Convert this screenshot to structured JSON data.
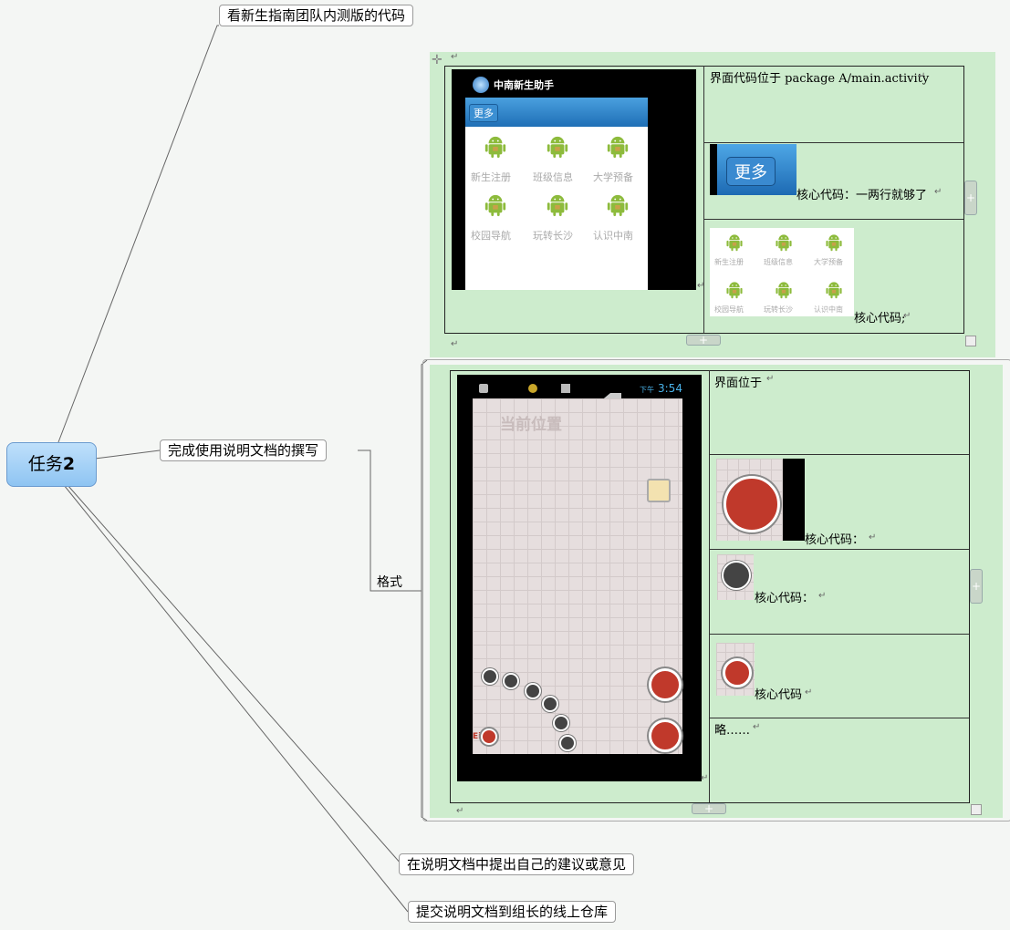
{
  "mindmap": {
    "root": {
      "label_a": "任务",
      "label_b": "2"
    },
    "topics": [
      "看新生指南团队内测版的代码",
      "完成使用说明文档的撰写",
      "在说明文档中提出自己的建议或意见",
      "提交说明文档到组长的线上仓库"
    ],
    "sub_label": "格式"
  },
  "table1": {
    "phone_title": "中南新生助手",
    "more_button": "更多",
    "apps": [
      "新生注册",
      "班级信息",
      "大学预备",
      "校园导航",
      "玩转长沙",
      "认识中南"
    ],
    "cell1": "界面代码位于 package A/main.activity",
    "more_big": "更多",
    "cell2": "核心代码：一两行就够了",
    "cell3": "核心代码;"
  },
  "table2": {
    "status_time": "3:54",
    "status_ampm": "下午",
    "map_title": "当前位置",
    "cell1": "界面位于",
    "cell2": "核心代码：",
    "cell3": "核心代码：",
    "cell4": "核心代码",
    "cell5": "略……",
    "legend_text": "Ei"
  },
  "return_mark": "↵",
  "colors": {
    "panel": "#cdeccd",
    "root": "#9cccf5",
    "fab": "#c0392b",
    "titlebar": "#2a7fc4"
  }
}
